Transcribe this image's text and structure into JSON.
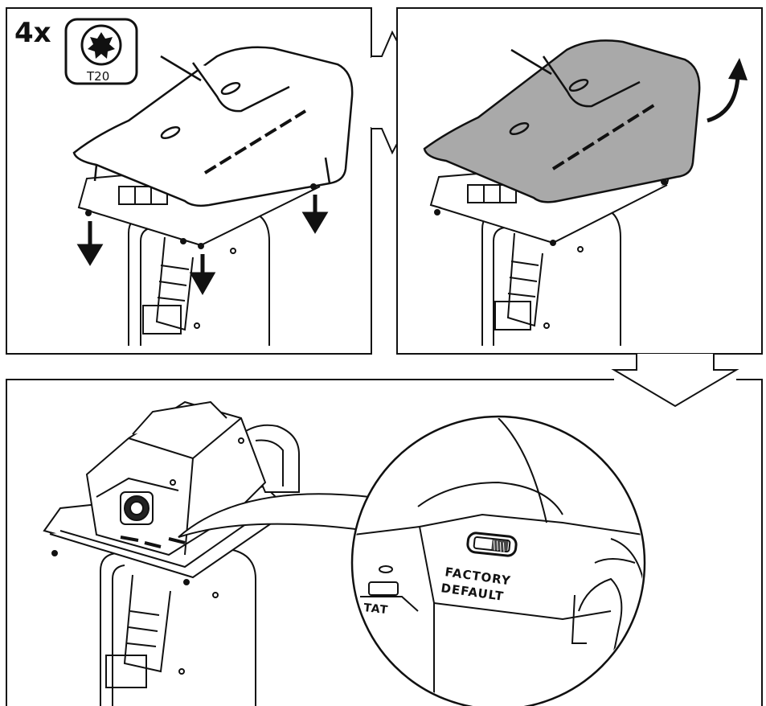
{
  "step1": {
    "quantity": "4x",
    "tool": {
      "icon": "torx-icon",
      "label": "T20"
    }
  },
  "step3": {
    "switch_label_line1": "FACTORY",
    "switch_label_line2": "DEFAULT",
    "side_label": "TAT"
  },
  "colors": {
    "stroke": "#111111",
    "cover_fill_removed": "#a9a9a9",
    "background": "#ffffff"
  }
}
